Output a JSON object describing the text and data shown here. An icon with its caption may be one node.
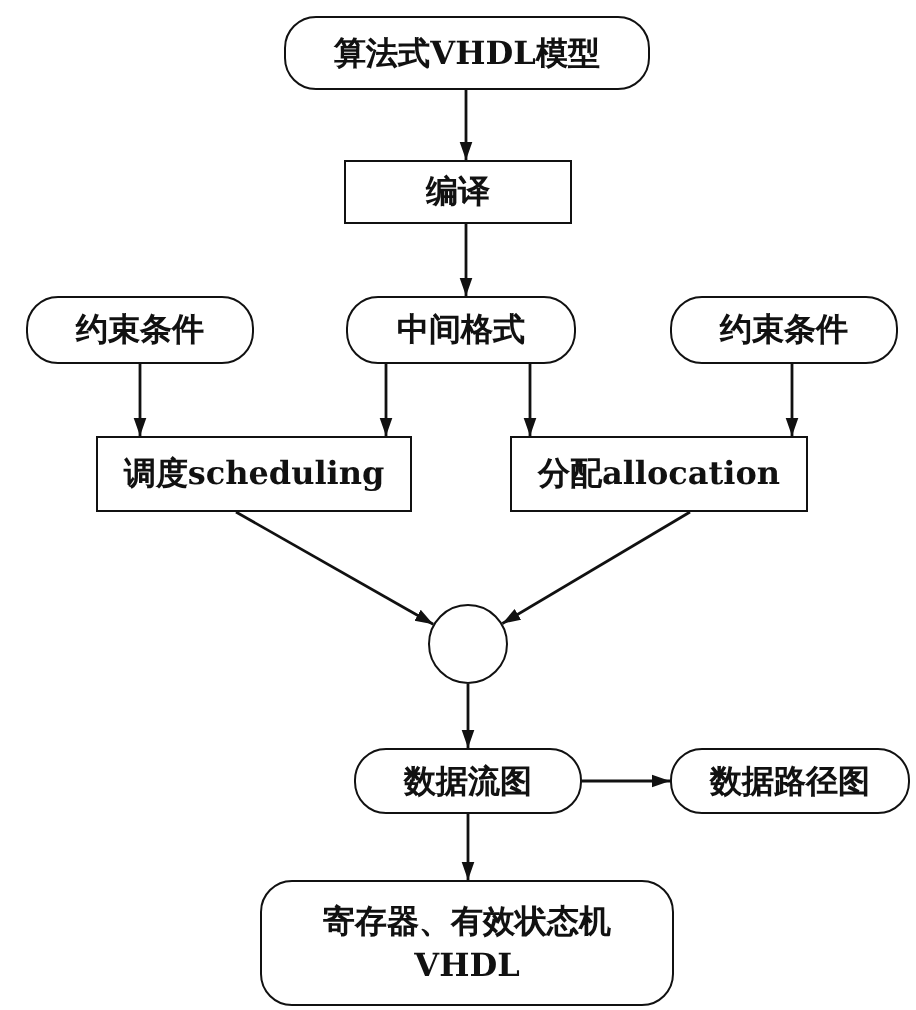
{
  "diagram": {
    "nodes": [
      {
        "text": [
          "算法式VHDL模型"
        ]
      },
      {
        "text": [
          "编译"
        ]
      },
      {
        "text": [
          "约束条件"
        ]
      },
      {
        "text": [
          "中间格式"
        ]
      },
      {
        "text": [
          "约束条件"
        ]
      },
      {
        "text": [
          "调度scheduling"
        ]
      },
      {
        "text": [
          "分配allocation"
        ]
      },
      {
        "text": [],
        "shape": "circle"
      },
      {
        "text": [
          "数据流图"
        ]
      },
      {
        "text": [
          "数据路径图"
        ]
      },
      {
        "text": [
          "寄存器、有效状态机 VHDL"
        ]
      }
    ],
    "edges": [
      {
        "from": 0,
        "to": 1,
        "arrow": "to"
      },
      {
        "from": 1,
        "to": 3,
        "arrow": "to"
      },
      {
        "from": 2,
        "to": 5,
        "arrow": "to"
      },
      {
        "from": 3,
        "to": 5,
        "arrow": "to"
      },
      {
        "from": 3,
        "to": 6,
        "arrow": "to"
      },
      {
        "from": 4,
        "to": 6,
        "arrow": "to"
      },
      {
        "from": 5,
        "to": 7,
        "arrow": "to"
      },
      {
        "from": 6,
        "to": 7,
        "arrow": "to"
      },
      {
        "from": 7,
        "to": 8,
        "arrow": "to"
      },
      {
        "from": 8,
        "to": 9,
        "arrow": "to"
      },
      {
        "from": 8,
        "to": 10,
        "arrow": "to"
      }
    ]
  }
}
